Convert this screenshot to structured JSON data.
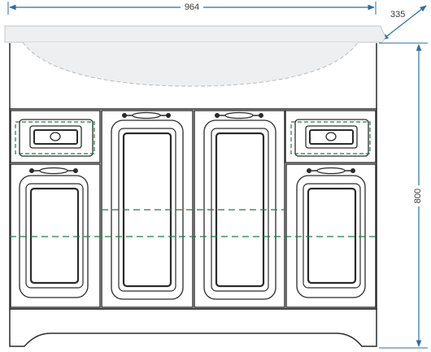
{
  "dimensions": {
    "width": "964",
    "depth": "335",
    "height": "800"
  },
  "colors": {
    "outline": "#2b2b2b",
    "dimension_line": "#2a6ea6",
    "dashed_guides": "#1f7a4a",
    "basin_fill": "#f1f2f2",
    "basin_outline": "#c7c9cb"
  }
}
